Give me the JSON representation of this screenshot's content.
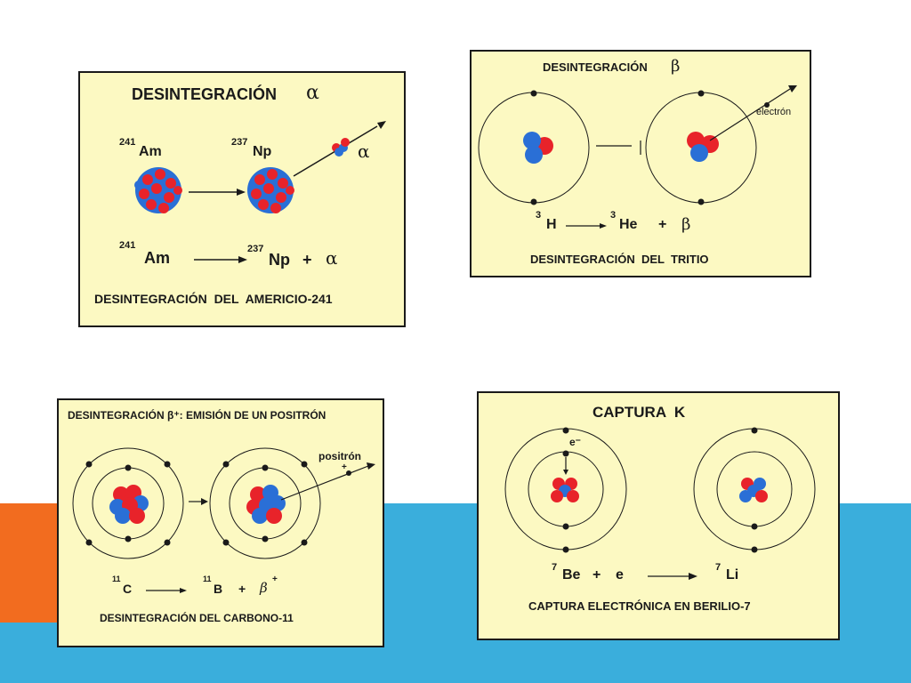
{
  "panel_alpha": {
    "title": "DESINTEGRACIÓN",
    "title_symbol": "α",
    "parent_mass": "241",
    "parent": "Am",
    "daughter_mass": "237",
    "daughter": "Np",
    "particle": "α",
    "eq_parent_mass": "241",
    "eq_parent": "Am",
    "eq_daughter_mass": "237",
    "eq_daughter": "Np",
    "eq_plus": "+",
    "eq_particle": "α",
    "caption": "DESINTEGRACIÓN  DEL  AMERICIO-241"
  },
  "panel_beta": {
    "title": "DESINTEGRACIÓN",
    "title_symbol": "β",
    "electron_label": "electrón",
    "eq_parent_mass": "3",
    "eq_parent": "H",
    "eq_daughter_mass": "3",
    "eq_daughter": "He",
    "eq_plus": "+",
    "eq_particle": "β",
    "caption": "DESINTEGRACIÓN  DEL  TRITIO"
  },
  "panel_positron": {
    "title": "DESINTEGRACIÓN β⁺: EMISIÓN DE UN POSITRÓN",
    "positron_label": "positrón",
    "positron_sign": "+",
    "eq_parent_mass": "11",
    "eq_parent": "C",
    "eq_daughter_mass": "11",
    "eq_daughter": "B",
    "eq_plus": "+",
    "eq_particle": "β",
    "eq_particle_sign": "+",
    "caption": "DESINTEGRACIÓN DEL CARBONO-11"
  },
  "panel_capture": {
    "title": "CAPTURA  K",
    "electron_label": "e⁻",
    "eq_parent_mass": "7",
    "eq_parent": "Be",
    "eq_plus": "+",
    "eq_e": "e",
    "eq_daughter_mass": "7",
    "eq_daughter": "Li",
    "caption": "CAPTURA ELECTRÓNICA EN BERILIO-7"
  },
  "colors": {
    "panel_bg": "#fcf9c2",
    "proton": "#e8232a",
    "neutron": "#2a6fd6",
    "orange_accent": "#f26c1f",
    "blue_accent": "#3aaedc"
  }
}
